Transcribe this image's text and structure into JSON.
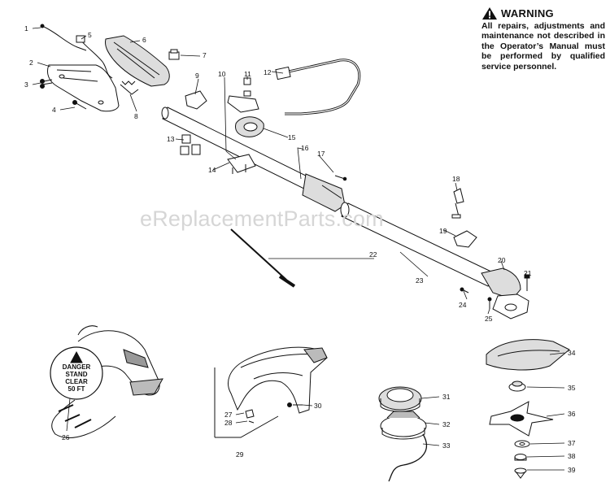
{
  "warning": {
    "title": "WARNING",
    "text": "All repairs, adjustments and maintenance not described in the Operator’s Manual must be performed by qualified service personnel.",
    "icon": "warning-triangle-icon"
  },
  "watermark": "eReplacementParts.com",
  "decal": {
    "line1": "DANGER",
    "line2": "STAND",
    "line3": "CLEAR",
    "line4": "50 FT"
  },
  "callouts": [
    "1",
    "2",
    "3",
    "4",
    "5",
    "6",
    "7",
    "8",
    "9",
    "10",
    "11",
    "12",
    "13",
    "14",
    "15",
    "16",
    "17",
    "18",
    "19",
    "20",
    "21",
    "22",
    "23",
    "24",
    "25",
    "26",
    "27",
    "28",
    "29",
    "30",
    "31",
    "32",
    "33",
    "34",
    "35",
    "36",
    "37",
    "38",
    "39"
  ]
}
